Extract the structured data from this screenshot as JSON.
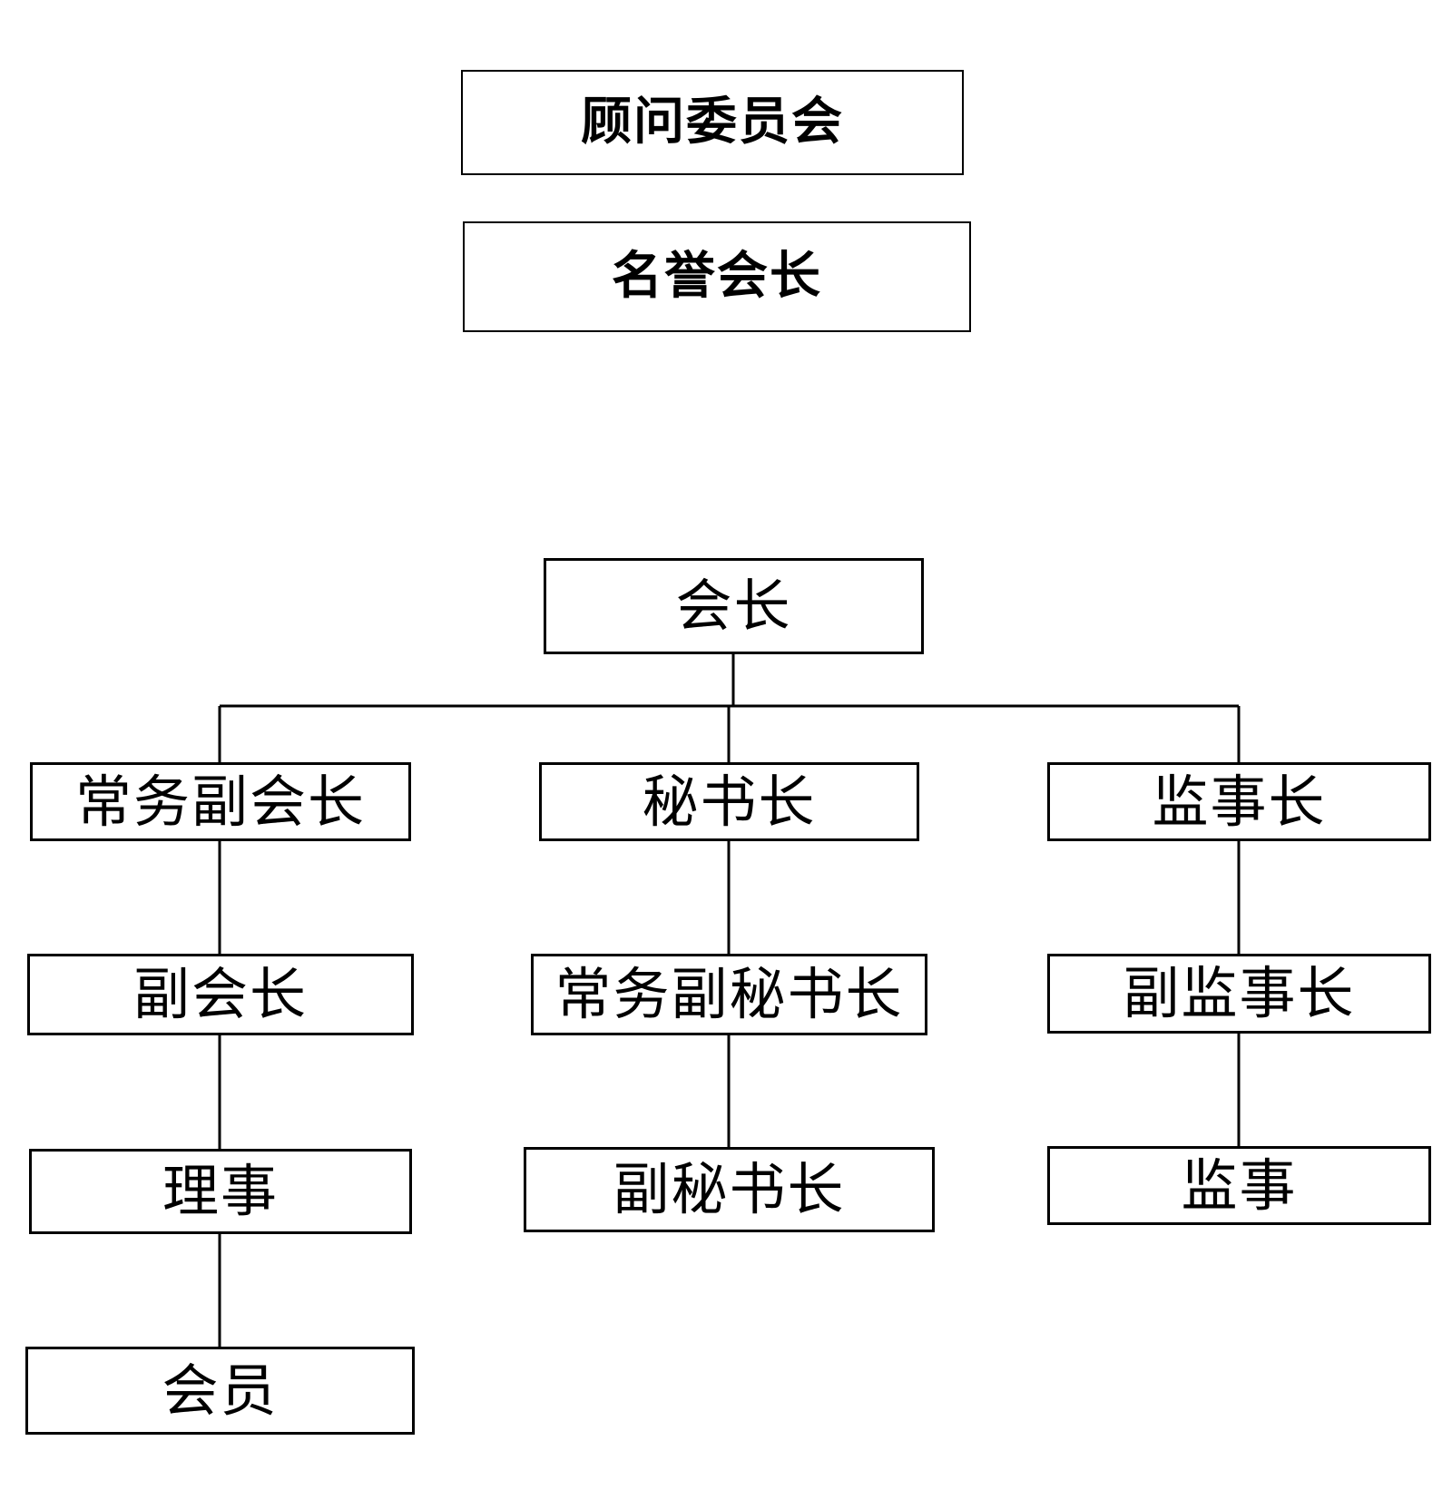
{
  "top_boxes": {
    "advisory_committee": "顾问委员会",
    "honorary_president": "名誉会长"
  },
  "org": {
    "president": "会长",
    "executive_vice_president": "常务副会长",
    "vice_president": "副会长",
    "director": "理事",
    "member": "会员",
    "secretary_general": "秘书长",
    "executive_deputy_secretary_general": "常务副秘书长",
    "deputy_secretary_general": "副秘书长",
    "chief_supervisor": "监事长",
    "deputy_chief_supervisor": "副监事长",
    "supervisor": "监事"
  },
  "colors": {
    "line": "#000000",
    "background": "#ffffff"
  }
}
